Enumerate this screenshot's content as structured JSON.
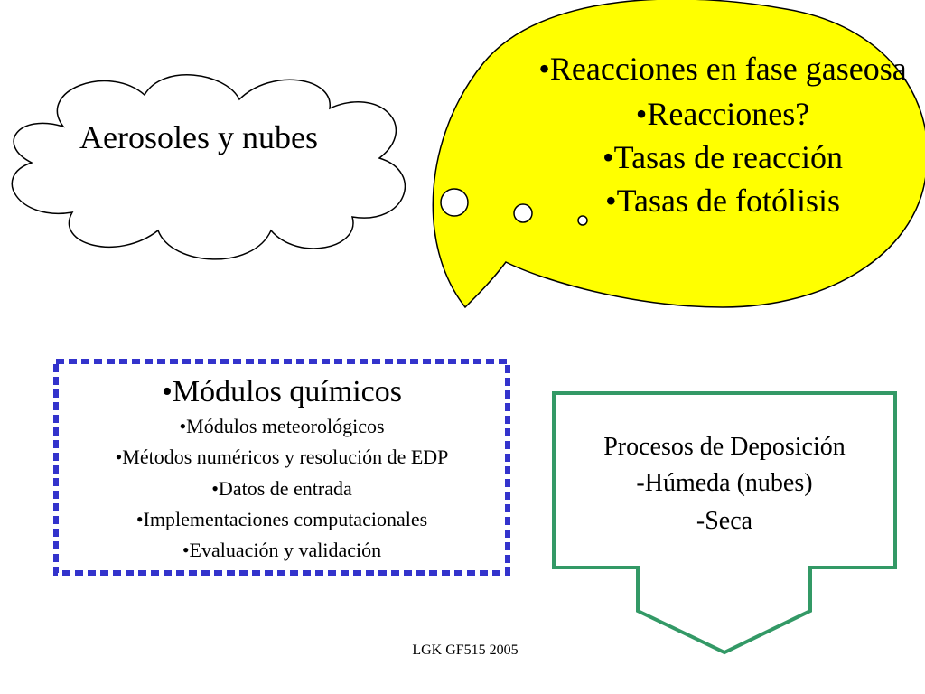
{
  "cloud": {
    "label": "Aerosoles y nubes"
  },
  "thought_bubble": {
    "lines": [
      "•Reacciones en fase gaseosa",
      "•Reacciones?",
      "•Tasas de reacción",
      "•Tasas de fotólisis"
    ],
    "fill_color": "#FFFF00"
  },
  "chemical_box": {
    "title": "•Módulos químicos",
    "items": [
      "•Módulos meteorológicos",
      "•Métodos numéricos y resolución de EDP",
      "•Datos de entrada",
      "•Implementaciones computacionales",
      "•Evaluación y validación"
    ],
    "border_color": "#3333CC"
  },
  "deposition_arrow": {
    "lines": [
      "Procesos de Deposición",
      "-Húmeda (nubes)",
      "-Seca"
    ],
    "border_color": "#339966"
  },
  "footer": {
    "text": "LGK GF515 2005"
  }
}
